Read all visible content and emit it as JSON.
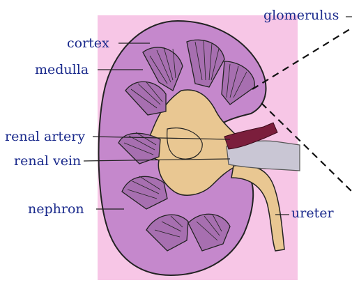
{
  "labels": {
    "glomerulus": "glomerulus",
    "cortex": "cortex",
    "medulla": "medulla",
    "renal_artery": "renal artery",
    "renal_vein": "renal vein",
    "nephron": "nephron",
    "ureter": "ureter"
  },
  "colors": {
    "background_panel": "#f7c6e6",
    "cortex": "#c588cc",
    "medulla_pyramid": "#a76fb0",
    "renal_pelvis": "#e9c792",
    "artery": "#7b1e3c",
    "vein": "#c9c6d4",
    "label_text": "#1a2a8c",
    "line": "#222222"
  }
}
